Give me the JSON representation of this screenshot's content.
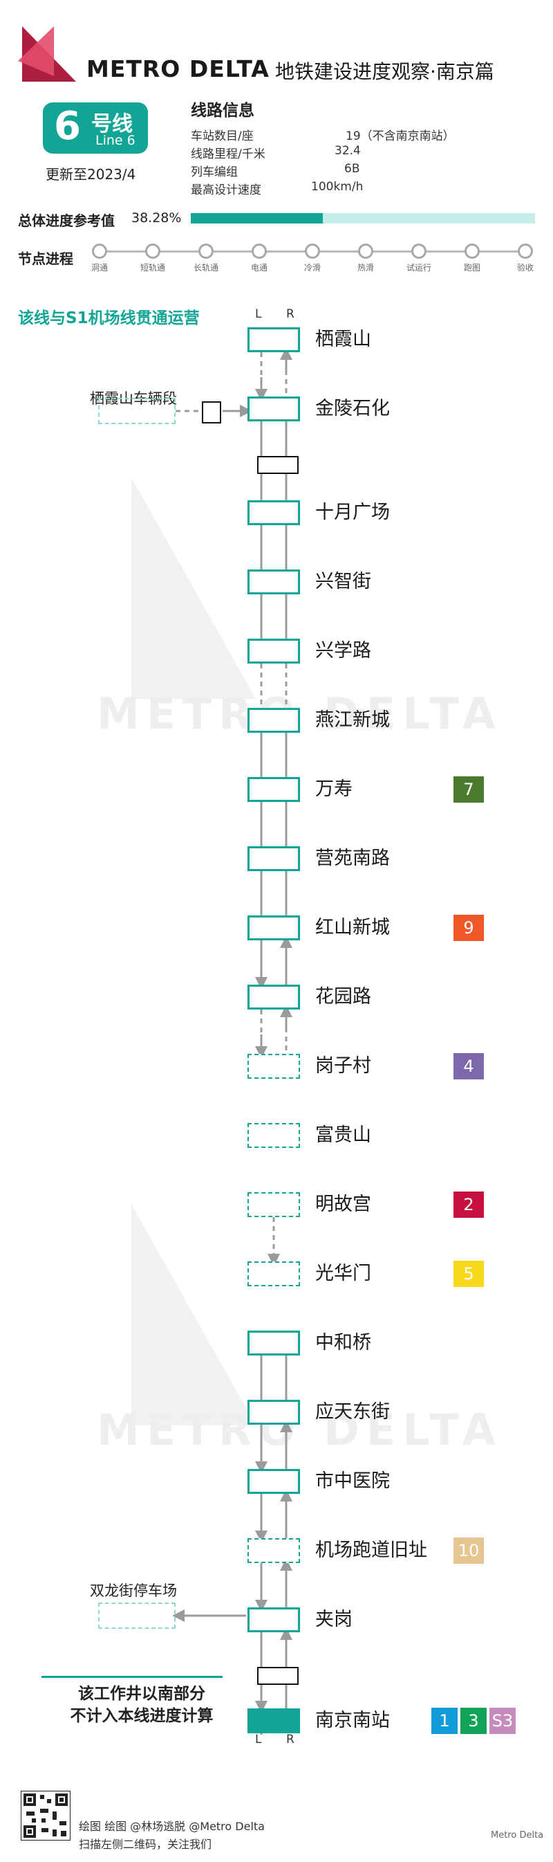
{
  "header": {
    "brand": "METRO DELTA",
    "subtitle": "地铁建设进度观察·南京篇",
    "line_number": "6",
    "line_name": "号线",
    "line_en": "Line 6",
    "updated": "更新至2023/4",
    "line_color": "#12a596"
  },
  "info": {
    "title": "线路信息",
    "rows": [
      {
        "label": "车站数目/座",
        "value": "19（不含南京南站）"
      },
      {
        "label": "线路里程/千米",
        "value": "32.4"
      },
      {
        "label": "列车编组",
        "value": "6B"
      },
      {
        "label": "最高设计速度",
        "value": "100km/h"
      }
    ]
  },
  "progress": {
    "label": "总体进度参考值",
    "percent_text": "38.28%",
    "percent": 38.28
  },
  "milestones": {
    "label": "节点进程",
    "items": [
      "洞通",
      "短轨通",
      "长轨通",
      "电通",
      "冷滑",
      "热滑",
      "试运行",
      "跑图",
      "验收"
    ]
  },
  "through_service": "该线与S1机场线贯通运营",
  "track_labels": {
    "left": "L",
    "right": "R"
  },
  "stations": [
    {
      "name": "栖霞山",
      "status": "built",
      "transfers": []
    },
    {
      "name": "金陵石化",
      "status": "built",
      "transfers": []
    },
    {
      "name": "十月广场",
      "status": "built",
      "transfers": []
    },
    {
      "name": "兴智街",
      "status": "built",
      "transfers": []
    },
    {
      "name": "兴学路",
      "status": "built",
      "transfers": []
    },
    {
      "name": "燕江新城",
      "status": "built",
      "transfers": []
    },
    {
      "name": "万寿",
      "status": "built",
      "transfers": [
        {
          "line": "7",
          "color": "#4a7a2c"
        }
      ]
    },
    {
      "name": "营苑南路",
      "status": "built",
      "transfers": []
    },
    {
      "name": "红山新城",
      "status": "built",
      "transfers": [
        {
          "line": "9",
          "color": "#f2572a"
        }
      ]
    },
    {
      "name": "花园路",
      "status": "built",
      "transfers": []
    },
    {
      "name": "岗子村",
      "status": "planned",
      "transfers": [
        {
          "line": "4",
          "color": "#7e68ad"
        }
      ]
    },
    {
      "name": "富贵山",
      "status": "planned",
      "transfers": []
    },
    {
      "name": "明故宫",
      "status": "planned",
      "transfers": [
        {
          "line": "2",
          "color": "#c8103e"
        }
      ]
    },
    {
      "name": "光华门",
      "status": "planned",
      "transfers": [
        {
          "line": "5",
          "color": "#f7d81c"
        }
      ]
    },
    {
      "name": "中和桥",
      "status": "built",
      "transfers": []
    },
    {
      "name": "应天东街",
      "status": "built",
      "transfers": []
    },
    {
      "name": "市中医院",
      "status": "built",
      "transfers": []
    },
    {
      "name": "机场跑道旧址",
      "status": "planned",
      "transfers": [
        {
          "line": "10",
          "color": "#e6c590"
        }
      ]
    },
    {
      "name": "夹岗",
      "status": "built",
      "transfers": []
    },
    {
      "name": "南京南站",
      "status": "terminal",
      "transfers": [
        {
          "line": "1",
          "color": "#119bd9"
        },
        {
          "line": "3",
          "color": "#12a55a"
        },
        {
          "line": "S3",
          "color": "#c68bbd"
        }
      ]
    }
  ],
  "depots": {
    "north": "栖霞山车辆段",
    "south": "双龙街停车场"
  },
  "note": {
    "line1": "该工作井以南部分",
    "line2": "不计入本线进度计算"
  },
  "watermark": "METRO DELTA",
  "footer": {
    "credit": "绘图 绘图 @林场逃脱 @Metro Delta",
    "scan": "扫描左侧二维码，关注我们",
    "account": "Metro Delta"
  }
}
